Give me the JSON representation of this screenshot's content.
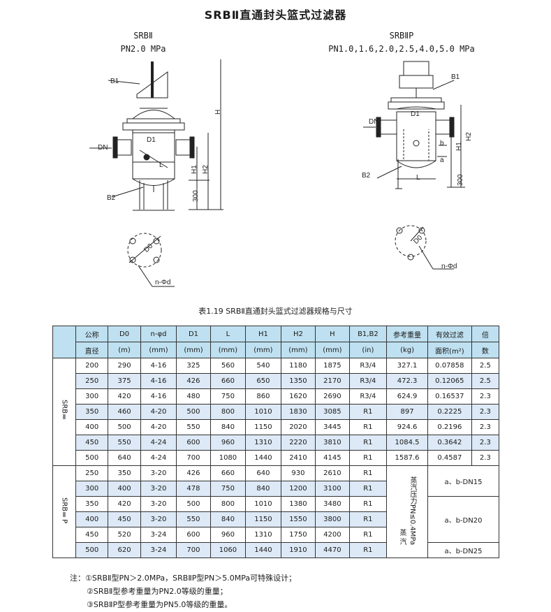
{
  "title": "SRBⅡ直通封头篮式过滤器",
  "left_drawing": {
    "model": "SRBⅡ",
    "pressure": "PN2.0 MPa",
    "labels": [
      "B1",
      "DN",
      "D1",
      "L",
      "H1",
      "H2",
      "H",
      "300",
      "B2",
      "D0",
      "n-Φd"
    ]
  },
  "right_drawing": {
    "model": "SRBⅡP",
    "pressure": "PN1.0,1.6,2.0,2.5,4.0,5.0 MPa",
    "labels": [
      "B1",
      "DN",
      "D1",
      "H1",
      "H2",
      "b",
      "a",
      "B2",
      "L",
      "300",
      "D0",
      "n-Φd"
    ]
  },
  "table_caption": "表1.19 SRBⅡ直通封头篮式过滤器规格与尺寸",
  "table": {
    "header_top": [
      "公称",
      "D0",
      "n-φd",
      "D1",
      "L",
      "H1",
      "H2",
      "H",
      "B1,B2",
      "参考重量",
      "有效过滤",
      "倍"
    ],
    "header_bottom": [
      "直径",
      "(m)",
      "(mm)",
      "(mm)",
      "(mm)",
      "(mm)",
      "(mm)",
      "(mm)",
      "(in)",
      "(kg)",
      "面积(m²)",
      "数"
    ],
    "group1": {
      "name": "SRBⅡ",
      "rows": [
        [
          "200",
          "290",
          "4-16",
          "325",
          "560",
          "540",
          "1180",
          "1875",
          "R3/4",
          "327.1",
          "0.07858",
          "2.5"
        ],
        [
          "250",
          "375",
          "4-16",
          "426",
          "660",
          "650",
          "1350",
          "2170",
          "R3/4",
          "472.3",
          "0.12065",
          "2.5"
        ],
        [
          "300",
          "420",
          "4-16",
          "480",
          "750",
          "860",
          "1620",
          "2690",
          "R3/4",
          "624.9",
          "0.16537",
          "2.3"
        ],
        [
          "350",
          "460",
          "4-20",
          "500",
          "800",
          "1010",
          "1830",
          "3085",
          "R1",
          "897",
          "0.2225",
          "2.3"
        ],
        [
          "400",
          "500",
          "4-20",
          "550",
          "840",
          "1150",
          "2020",
          "3445",
          "R1",
          "924.6",
          "0.2196",
          "2.3"
        ],
        [
          "450",
          "550",
          "4-24",
          "600",
          "960",
          "1310",
          "2220",
          "3810",
          "R1",
          "1084.5",
          "0.3642",
          "2.3"
        ],
        [
          "500",
          "640",
          "4-24",
          "700",
          "1080",
          "1440",
          "2410",
          "4145",
          "R1",
          "1587.6",
          "0.4587",
          "2.3"
        ]
      ]
    },
    "group2": {
      "name": "SRBⅡP",
      "rows": [
        [
          "250",
          "350",
          "3-20",
          "426",
          "660",
          "640",
          "930",
          "2610",
          "R1"
        ],
        [
          "300",
          "400",
          "3-20",
          "478",
          "750",
          "840",
          "1200",
          "3100",
          "R1"
        ],
        [
          "350",
          "420",
          "3-20",
          "500",
          "800",
          "1010",
          "1380",
          "3480",
          "R1"
        ],
        [
          "400",
          "450",
          "3-20",
          "550",
          "840",
          "1150",
          "1550",
          "3800",
          "R1"
        ],
        [
          "450",
          "520",
          "3-24",
          "600",
          "960",
          "1310",
          "1750",
          "4200",
          "R1"
        ],
        [
          "500",
          "620",
          "3-24",
          "700",
          "1060",
          "1440",
          "1910",
          "4470",
          "R1"
        ]
      ],
      "steam_note": "蒸 汽",
      "steam_pressure": "蒸汽压力PN≤0.4MPa",
      "conn1": "a、b-DN15",
      "conn2": "a、b-DN20",
      "conn3": "a、b-DN25"
    }
  },
  "notes": [
    "注：①SRBⅡ型PN＞2.0MPa，SRBⅡP型PN＞5.0MPa可特殊设计；",
    "②SRBⅡ型参考重量为PN2.0等级的重量；",
    "③SRBⅡP型参考重量为PN5.0等级的重量。"
  ]
}
